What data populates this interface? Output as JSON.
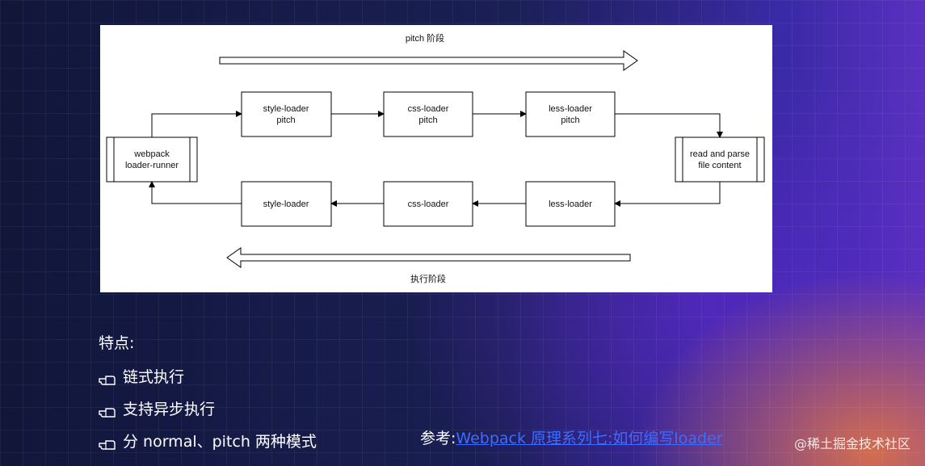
{
  "diagram": {
    "phase_top_label": "pitch 阶段",
    "phase_bottom_label": "执行阶段",
    "nodes": {
      "runner": [
        "webpack",
        "loader-runner"
      ],
      "style_pitch": [
        "style-loader",
        "pitch"
      ],
      "css_pitch": [
        "css-loader",
        "pitch"
      ],
      "less_pitch": [
        "less-loader",
        "pitch"
      ],
      "read_parse": [
        "read and parse",
        "file content"
      ],
      "style": [
        "style-loader"
      ],
      "css": [
        "css-loader"
      ],
      "less": [
        "less-loader"
      ]
    }
  },
  "features": {
    "heading": "特点:",
    "items": [
      "链式执行",
      "支持异步执行",
      "分 normal、pitch 两种模式"
    ]
  },
  "reference": {
    "prefix": "参考:",
    "link_text": "Webpack 原理系列七:如何编写loader"
  },
  "watermark": "@稀土掘金技术社区",
  "colors": {
    "link": "#3d6cff",
    "panel": "#ffffff"
  }
}
